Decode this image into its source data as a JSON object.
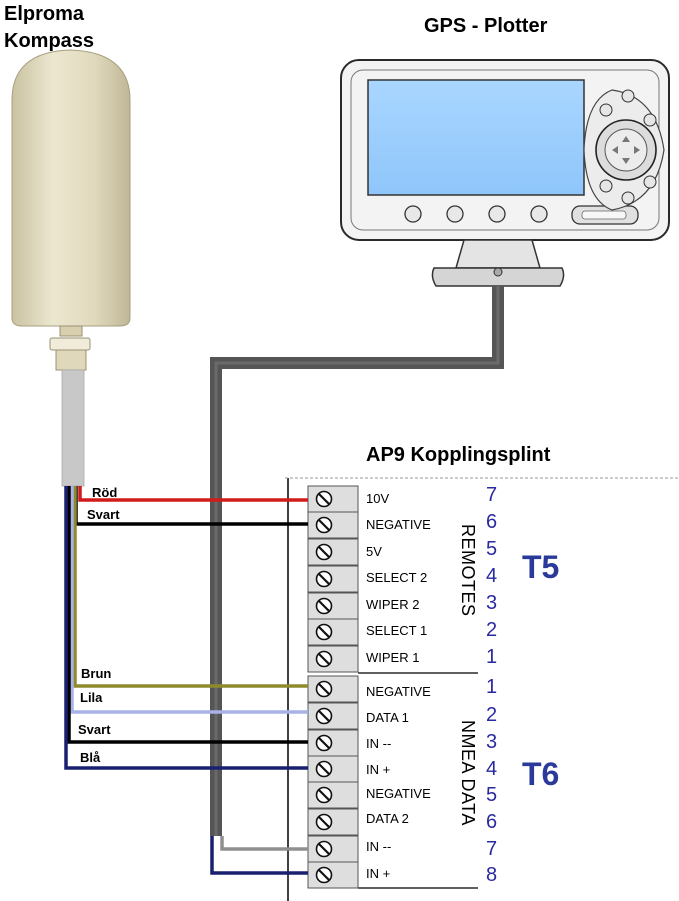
{
  "titles": {
    "compass_line1": "Elproma",
    "compass_line2": "Kompass",
    "plotter": "GPS - Plotter",
    "terminal": "AP9 Kopplingsplint"
  },
  "wire_labels": [
    {
      "id": "rod",
      "text": "Röd",
      "color": "#d11a1a"
    },
    {
      "id": "svart1",
      "text": "Svart",
      "color": "#000000"
    },
    {
      "id": "brun",
      "text": "Brun",
      "color": "#8e8a2e"
    },
    {
      "id": "lila",
      "text": "Lila",
      "color": "#a9b2e6"
    },
    {
      "id": "svart2",
      "text": "Svart",
      "color": "#000000"
    },
    {
      "id": "bla",
      "text": "Blå",
      "color": "#1a2070"
    }
  ],
  "groups": [
    {
      "id": "T5",
      "name": "REMOTES",
      "rows": [
        {
          "label": "10V",
          "num": "7"
        },
        {
          "label": "NEGATIVE",
          "num": "6"
        },
        {
          "label": "5V",
          "num": "5"
        },
        {
          "label": "SELECT 2",
          "num": "4"
        },
        {
          "label": "WIPER 2",
          "num": "3"
        },
        {
          "label": "SELECT 1",
          "num": "2"
        },
        {
          "label": "WIPER 1",
          "num": "1"
        }
      ]
    },
    {
      "id": "T6",
      "name": "NMEA DATA",
      "rows": [
        {
          "label": "NEGATIVE",
          "num": "1"
        },
        {
          "label": "DATA 1",
          "num": "2"
        },
        {
          "label": "IN --",
          "num": "3"
        },
        {
          "label": "IN +",
          "num": "4"
        },
        {
          "label": "NEGATIVE",
          "num": "5"
        },
        {
          "label": "DATA 2",
          "num": "6"
        },
        {
          "label": "IN --",
          "num": "7"
        },
        {
          "label": "IN +",
          "num": "8"
        }
      ]
    }
  ],
  "colors": {
    "compass_body": "#e2dcbf",
    "screen": "#9ccfff",
    "gps_cable": "#555555",
    "terminal_block": "#dedede",
    "grey_wire": "#8f8f8f"
  }
}
